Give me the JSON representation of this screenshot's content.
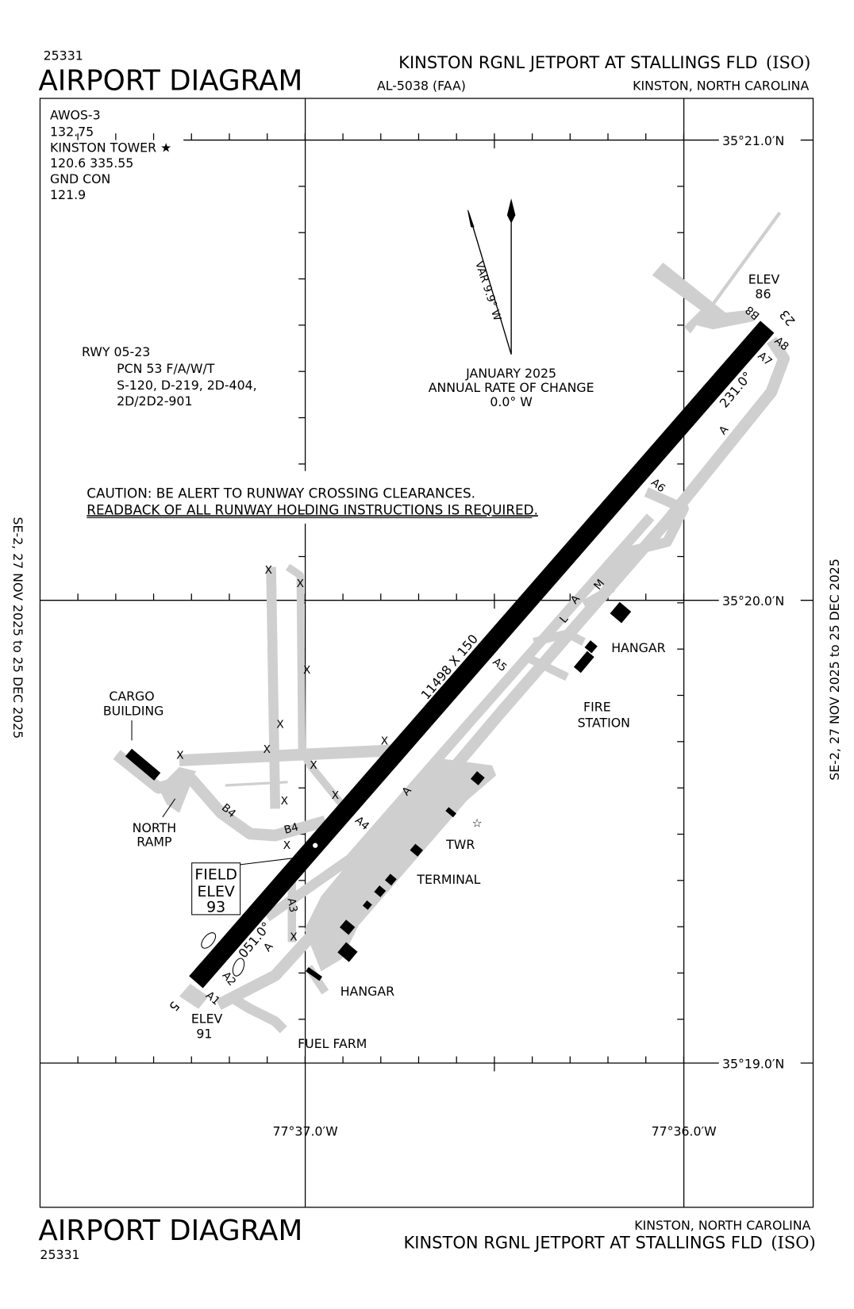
{
  "header": {
    "chart_number": "25331",
    "title": "AIRPORT DIAGRAM",
    "airport_name": "KINSTON RGNL JETPORT AT STALLINGS FLD",
    "airport_id": "(ISO)",
    "procedure_id": "AL-5038 (FAA)",
    "city_state": "KINSTON, NORTH CAROLINA"
  },
  "footer": {
    "chart_number": "25331",
    "title": "AIRPORT DIAGRAM",
    "airport_name": "KINSTON RGNL JETPORT AT STALLINGS FLD",
    "airport_id": "(ISO)",
    "city_state": "KINSTON, NORTH CAROLINA"
  },
  "validity": "SE-2,  27 NOV 2025  to  25 DEC 2025",
  "frequencies": [
    "AWOS-3",
    "132.75",
    "KINSTON TOWER ★",
    "120.6   335.55",
    "GND CON",
    "121.9"
  ],
  "runway_info": {
    "title": "RWY 05-23",
    "lines": [
      "PCN 53 F/A/W/T",
      "S-120, D-219, 2D-404,",
      "2D/2D2-901"
    ],
    "dimensions": "11498 X 150",
    "end_sw": "5",
    "end_ne": "23",
    "heading_sw": "051.0°",
    "heading_ne": "231.0°",
    "elev_sw": [
      "ELEV",
      "91"
    ],
    "elev_ne": [
      "ELEV",
      "86"
    ]
  },
  "magnetic": {
    "variation": "VAR 9.9° W",
    "date": "JANUARY 2025",
    "rate_label": "ANNUAL RATE OF CHANGE",
    "rate": "0.0° W"
  },
  "caution": [
    "CAUTION: BE ALERT TO RUNWAY CROSSING CLEARANCES.",
    "READBACK OF ALL RUNWAY HOLDING INSTRUCTIONS IS REQUIRED."
  ],
  "field_elev": [
    "FIELD",
    "ELEV",
    "93"
  ],
  "coordinates": {
    "lat_top": "35°21.0′N",
    "lat_mid": "35°20.0′N",
    "lat_bottom": "35°19.0′N",
    "lon_left": "77°37.0′W",
    "lon_right": "77°36.0′W"
  },
  "facilities": {
    "cargo": [
      "CARGO",
      "BUILDING"
    ],
    "north_ramp": [
      "NORTH",
      "RAMP"
    ],
    "hangar_ne": "HANGAR",
    "fire": [
      "FIRE",
      "STATION"
    ],
    "twr": "TWR",
    "terminal": "TERMINAL",
    "hangar_sw": "HANGAR",
    "fuel": "FUEL FARM"
  },
  "taxiways": {
    "A": "A",
    "A1": "A1",
    "A2": "A2",
    "A3": "A3",
    "A4": "A4",
    "A5": "A5",
    "A6": "A6",
    "A7": "A7",
    "A8": "A8",
    "B4": "B4",
    "B8": "B8",
    "L": "L",
    "M": "M"
  },
  "colors": {
    "runway": "#000000",
    "taxiway": "#cfcfcf"
  }
}
